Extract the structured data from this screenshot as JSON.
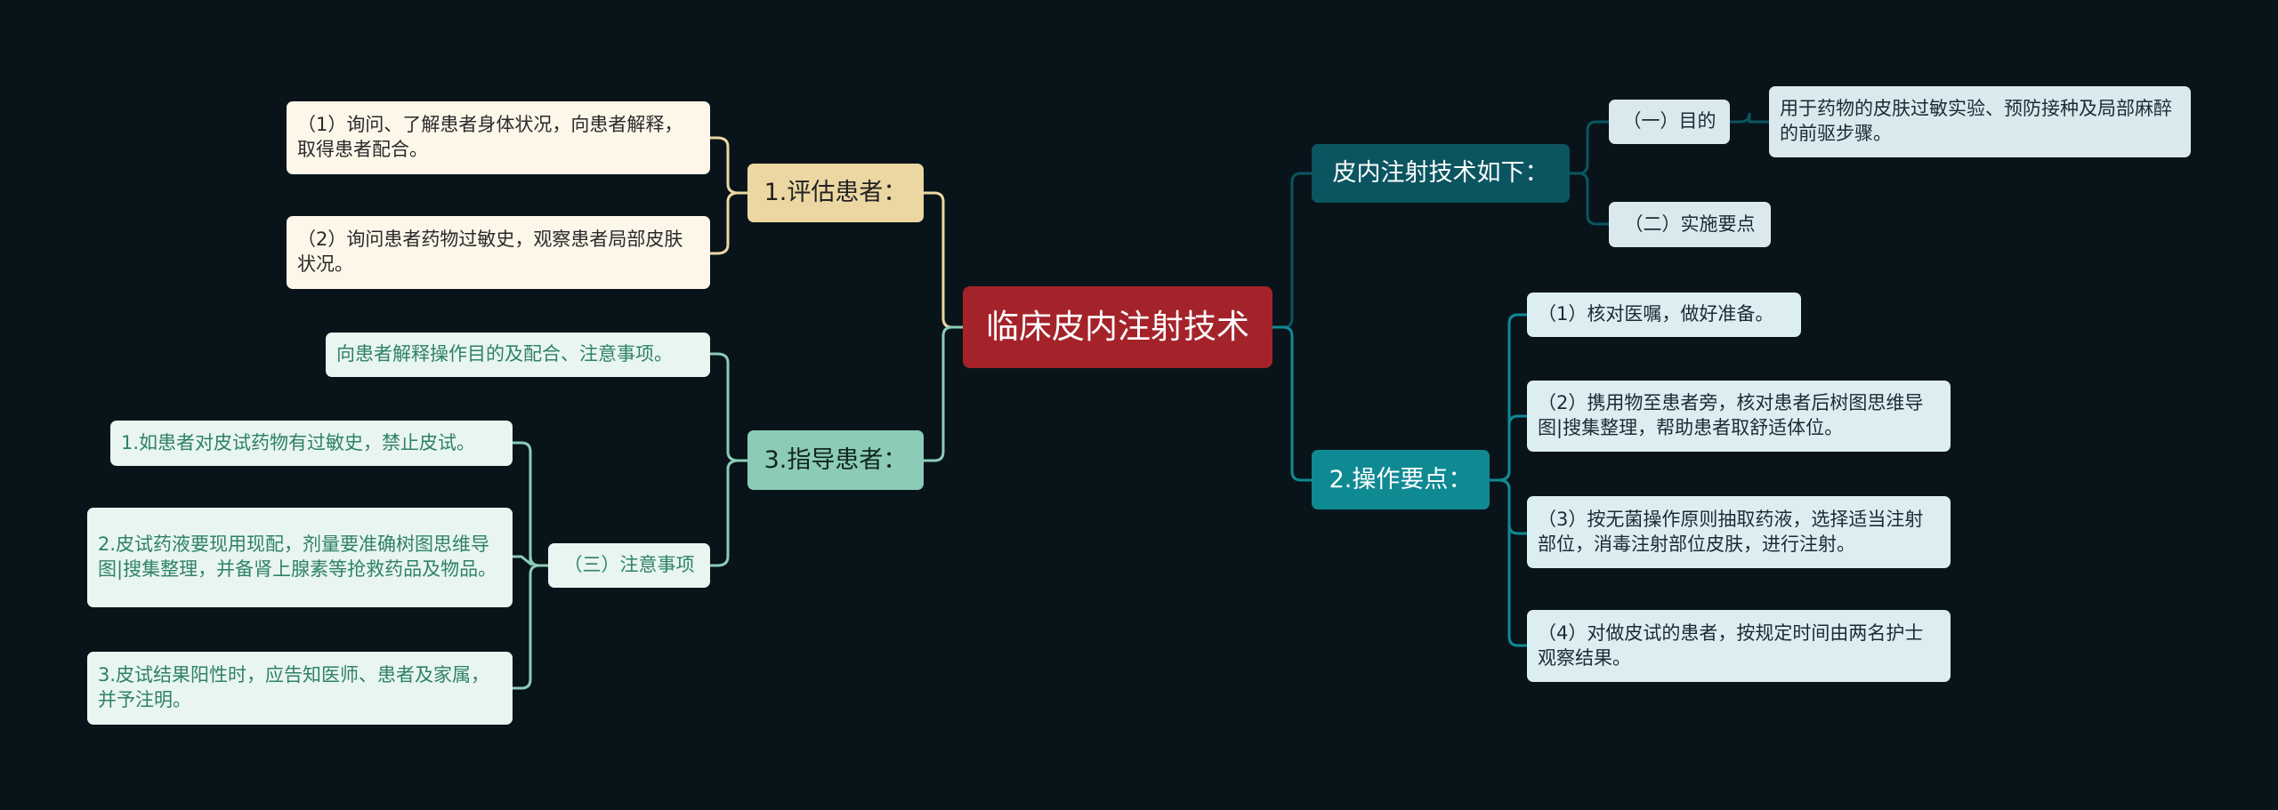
{
  "root": {
    "label": "临床皮内注射技术"
  },
  "colors": {
    "background": "#08141a",
    "root": "#a4232a",
    "assess": "#ecd7a3",
    "guide": "#8ccbb7",
    "technique": "#0b5561",
    "operation": "#0f8a93"
  },
  "left": {
    "assess": {
      "label": "1.评估患者：",
      "children": [
        "（1）询问、了解患者身体状况，向患者解释，取得患者配合。",
        "（2）询问患者药物过敏史，观察患者局部皮肤状况。"
      ]
    },
    "guide": {
      "label": "3.指导患者：",
      "explain": "向患者解释操作目的及配合、注意事项。",
      "notes": {
        "label": "（三）注意事项",
        "children": [
          "1.如患者对皮试药物有过敏史，禁止皮试。",
          "2.皮试药液要现用现配，剂量要准确树图思维导图|搜集整理，并备肾上腺素等抢救药品及物品。",
          "3.皮试结果阳性时，应告知医师、患者及家属，并予注明。"
        ]
      }
    }
  },
  "right": {
    "technique": {
      "label": "皮内注射技术如下：",
      "purpose": {
        "label": "（一）目的",
        "detail": "用于药物的皮肤过敏实验、预防接种及局部麻醉的前驱步骤。"
      },
      "points": {
        "label": "（二）实施要点"
      }
    },
    "operation": {
      "label": "2.操作要点：",
      "children": [
        "（1）核对医嘱，做好准备。",
        "（2）携用物至患者旁，核对患者后树图思维导图|搜集整理，帮助患者取舒适体位。",
        "（3）按无菌操作原则抽取药液，选择适当注射部位，消毒注射部位皮肤，进行注射。",
        "（4）对做皮试的患者，按规定时间由两名护士观察结果。"
      ]
    }
  }
}
